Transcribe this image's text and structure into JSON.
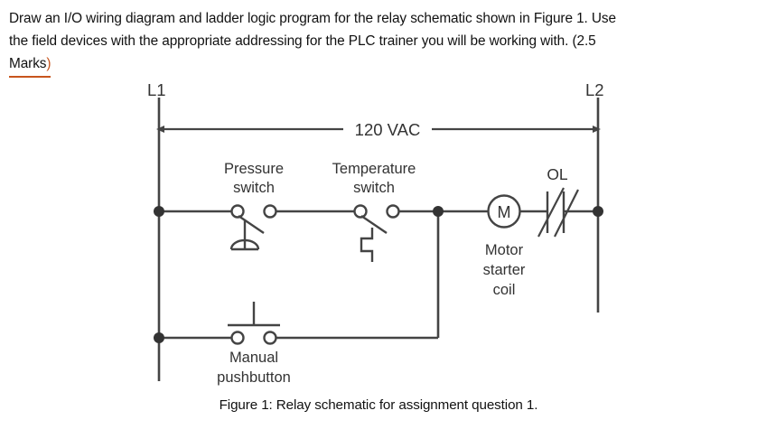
{
  "prompt": {
    "line1": "Draw an I/O wiring diagram and ladder logic program for the relay schematic shown in Figure 1. Use",
    "line2": "the field devices with the appropriate addressing for the PLC trainer you will be working with. (2.5",
    "marks": "Marks",
    "marks_paren": ")"
  },
  "schematic": {
    "left_rail_label": "L1",
    "right_rail_label": "L2",
    "supply_label": "120 VAC",
    "pressure_switch_label_line1": "Pressure",
    "pressure_switch_label_line2": "switch",
    "temperature_switch_label_line1": "Temperature",
    "temperature_switch_label_line2": "switch",
    "coil_symbol": "M",
    "coil_label_line1": "Motor",
    "coil_label_line2": "starter",
    "coil_label_line3": "coil",
    "overload_label": "OL",
    "pushbutton_label_line1": "Manual",
    "pushbutton_label_line2": "pushbutton"
  },
  "caption": {
    "text": "Figure 1: Relay schematic for assignment question 1."
  },
  "colors": {
    "wire": "#444444",
    "text": "#111111",
    "underline_accent": "#c8551d",
    "background": "#ffffff"
  }
}
